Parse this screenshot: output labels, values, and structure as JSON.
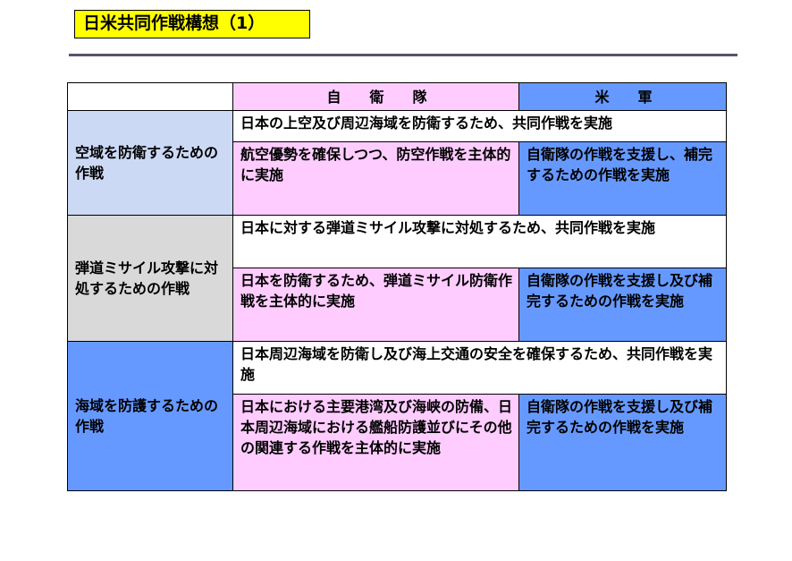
{
  "title": "日米共同作戦構想（1）",
  "header": {
    "blank": "",
    "jsdf": "自　　衛　　隊",
    "us": "米　　軍"
  },
  "rows": [
    {
      "category": "空域を防衛するための作戦",
      "joint": "日本の上空及び周辺海域を防衛するため、共同作戦を実施",
      "jsdf": "航空優勢を確保しつつ、防空作戦を主体的に実施",
      "us": "自衛隊の作戦を支援し、補完するための作戦を実施"
    },
    {
      "category": "弾道ミサイル攻撃に対処するための作戦",
      "joint": "日本に対する弾道ミサイル攻撃に対処するため、共同作戦を実施",
      "jsdf": "日本を防衛するため、弾道ミサイル防衛作戦を主体的に実施",
      "us": "自衛隊の作戦を支援し及び補完するための作戦を実施"
    },
    {
      "category": "海域を防護するための作戦",
      "joint": "日本周辺海域を防衛し及び海上交通の安全を確保するため、共同作戦を実施",
      "jsdf": "日本における主要港湾及び海峡の防備、日本周辺海域における艦船防護並びにその他の関連する作戦を主体的に実施",
      "us": "自衛隊の作戦を支援し及び補完するための作戦を実施"
    }
  ],
  "colors": {
    "title_bg": "#ffff00",
    "rule": "#54546e",
    "jsdf": "#ffccff",
    "us": "#6699ff",
    "cat_air": "#ccd9f5",
    "cat_missile": "#d9d9d9",
    "cat_sea": "#6699ff"
  }
}
